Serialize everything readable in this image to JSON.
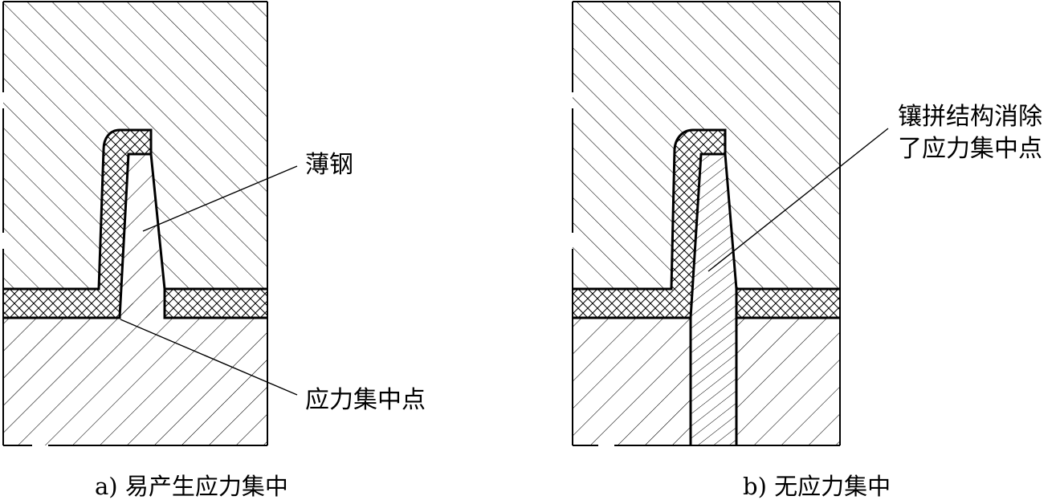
{
  "panel_a": {
    "label_thin_steel": "薄钢",
    "label_stress_point": "应力集中点",
    "caption": "a) 易产生应力集中"
  },
  "panel_b": {
    "label_insert": "镶拼结构消除",
    "label_insert_line2": "了应力集中点",
    "caption": "b) 无应力集中"
  },
  "colors": {
    "line": "#000000",
    "background": "#ffffff"
  }
}
